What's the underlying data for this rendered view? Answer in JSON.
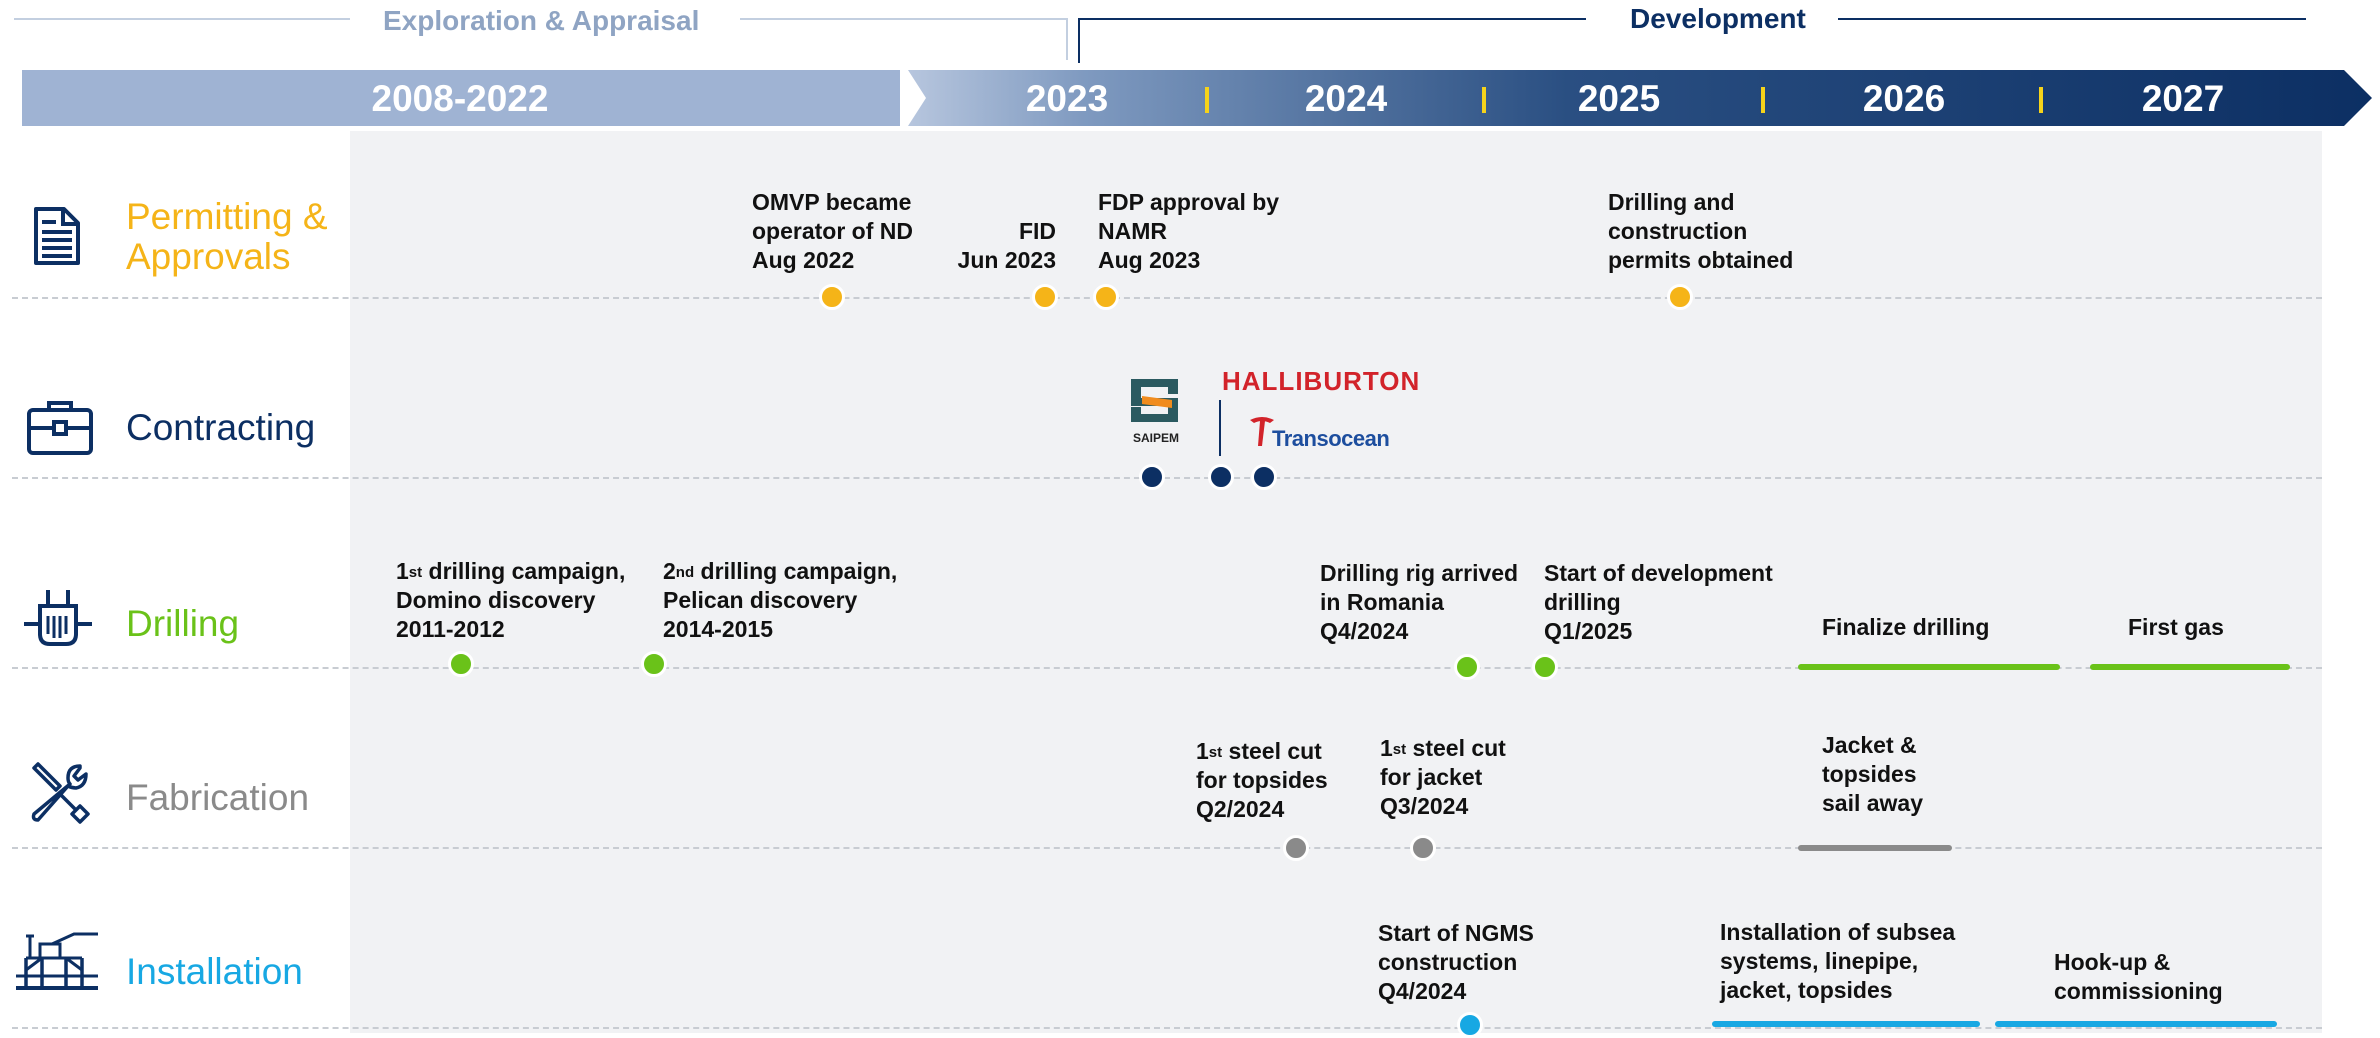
{
  "colors": {
    "navy": "#0c2f63",
    "light_blue": "#9fb3d3",
    "permitting": "#f5b418",
    "drilling": "#6ac219",
    "fabrication": "#8a8a8a",
    "installation": "#17a8e3",
    "tick": "#f6d31a"
  },
  "phases": {
    "exploration": "Exploration & Appraisal",
    "development": "Development"
  },
  "timeline": {
    "years": [
      "2008-2022",
      "2023",
      "2024",
      "2025",
      "2026",
      "2027"
    ]
  },
  "rows": {
    "permitting": {
      "label_line1": "Permitting &",
      "label_line2": "Approvals",
      "icon": "document-icon"
    },
    "contracting": {
      "label": "Contracting",
      "icon": "briefcase-icon"
    },
    "drilling": {
      "label": "Drilling",
      "icon": "drilling-rig-icon"
    },
    "fabrication": {
      "label": "Fabrication",
      "icon": "wrench-screwdriver-icon"
    },
    "installation": {
      "label": "Installation",
      "icon": "offshore-platform-icon"
    }
  },
  "milestones": {
    "permitting": {
      "omvp": [
        "OMVP became",
        "operator of ND",
        "Aug 2022"
      ],
      "fid": [
        "FID",
        "Jun 2023"
      ],
      "fdp": [
        "FDP approval by",
        "NAMR",
        "Aug 2023"
      ],
      "permits": [
        "Drilling and",
        "construction",
        "permits obtained"
      ]
    },
    "contracting": {
      "saipem": "SAIPEM",
      "halliburton": "HALLIBURTON",
      "transocean": "Transocean"
    },
    "drilling": {
      "first": {
        "num": "1",
        "sup": "st",
        "rest": " drilling campaign,",
        "line2": "Domino discovery",
        "line3": "2011-2012"
      },
      "second": {
        "num": "2",
        "sup": "nd",
        "rest": " drilling campaign,",
        "line2": "Pelican discovery",
        "line3": "2014-2015"
      },
      "rig": [
        "Drilling rig arrived",
        "in Romania",
        "Q4/2024"
      ],
      "start": [
        "Start of development",
        "drilling",
        "Q1/2025"
      ],
      "finalize": "Finalize drilling",
      "first_gas": "First gas"
    },
    "fabrication": {
      "topsides": {
        "num": "1",
        "sup": "st",
        "rest": " steel cut",
        "line2": "for topsides",
        "line3": "Q2/2024"
      },
      "jacket": {
        "num": "1",
        "sup": "st",
        "rest": " steel cut",
        "line2": "for jacket",
        "line3": "Q3/2024"
      },
      "sail": [
        "Jacket &",
        "topsides",
        "sail away"
      ]
    },
    "installation": {
      "ngms": [
        "Start of NGMS",
        "construction",
        "Q4/2024"
      ],
      "subsea": [
        "Installation of subsea",
        "systems, linepipe,",
        "jacket, topsides"
      ],
      "hookup": [
        "Hook-up &",
        "commissioning"
      ]
    }
  }
}
